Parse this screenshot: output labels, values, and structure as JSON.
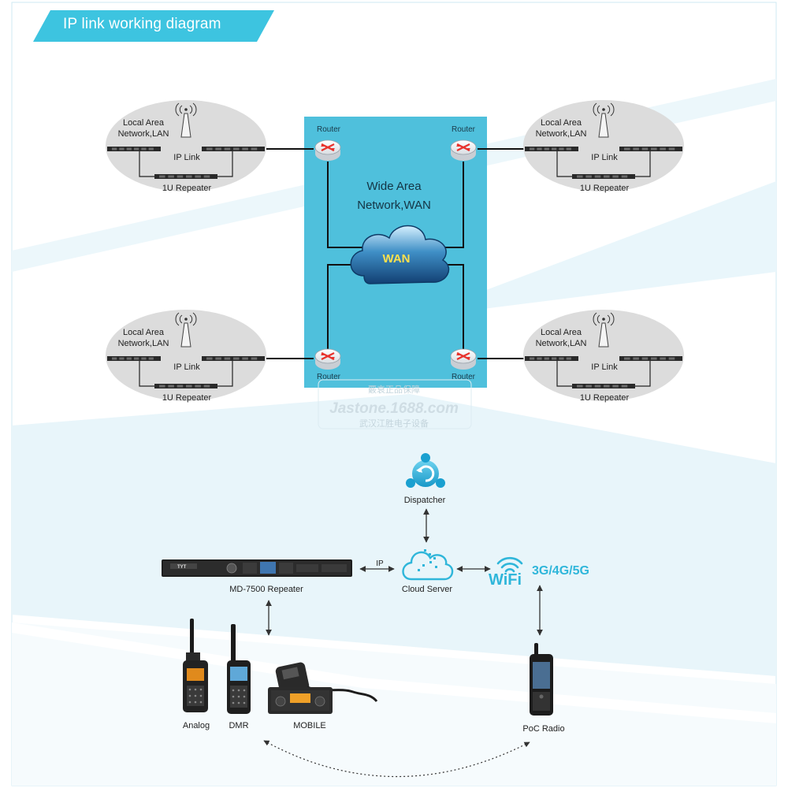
{
  "header": {
    "title": "IP link working diagram"
  },
  "lan": {
    "area_line1": "Local Area",
    "area_line2": "Network,LAN",
    "ip_link": "IP Link",
    "repeater": "1U Repeater"
  },
  "wan": {
    "title_line1": "Wide Area",
    "title_line2": "Network,WAN",
    "cloud_label": "WAN",
    "router_label": "Router"
  },
  "watermark": {
    "line1": "覈衰正品保障",
    "line2": "Jastone.1688.com",
    "line3": "武汉江胜电子设备"
  },
  "system": {
    "dispatcher": "Dispatcher",
    "cloud_server": "Cloud Server",
    "ip_label": "IP",
    "wifi": "WiFi",
    "networks": "3G/4G/5G",
    "repeater_label": "MD-7500 Repeater",
    "analog": "Analog",
    "dmr": "DMR",
    "mobile": "MOBILE",
    "poc": "PoC Radio",
    "brand": "TYT"
  },
  "colors": {
    "accent": "#3dc4e0",
    "wan_box": "#4fc0dc",
    "lan_ellipse": "#dcdcdc",
    "cloud": "#1d5f93",
    "wan_label": "#ffe14d",
    "router_x": "#e8312b"
  }
}
